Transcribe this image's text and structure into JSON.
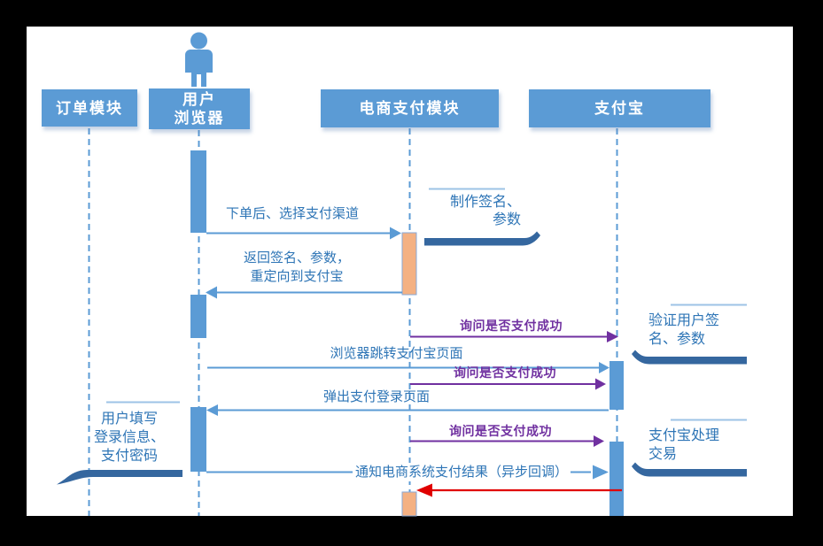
{
  "diagram_type": "sequence-diagram",
  "colors": {
    "frame_background": "#000000",
    "canvas_background": "#FFFFFF",
    "primary_blue": "#5B9BD5",
    "message_text_blue": "#2E75B6",
    "purple_accent": "#7030A0",
    "red_accent": "#E00000",
    "activation_orange": "#F4B183",
    "note_swoosh_blue": "#35679F"
  },
  "actors": {
    "order_module": "订单模块",
    "user_browser_line1": "用户",
    "user_browser_line2": "浏览器",
    "ecommerce_payment_module": "电商支付模块",
    "alipay": "支付宝"
  },
  "messages": {
    "place_order": "下单后、选择支付渠道",
    "return_sign_line1": "返回签名、参数，",
    "return_sign_line2": "重定向到支付宝",
    "ask_payment_success": "询问是否支付成功",
    "browser_redirect": "浏览器跳转支付宝页面",
    "popup_login": "弹出支付登录页面",
    "notify_result": "通知电商系统支付结果（异步回调）"
  },
  "notes": {
    "make_signature": {
      "line1": "制作签名、",
      "line2": "参数"
    },
    "verify_signature": {
      "line1": "验证用户签",
      "line2": "名、参数"
    },
    "user_fill": {
      "line1": "用户填写",
      "line2": "登录信息、",
      "line3": "支付密码"
    },
    "alipay_process": {
      "line1": "支付宝处理",
      "line2": "交易"
    }
  }
}
